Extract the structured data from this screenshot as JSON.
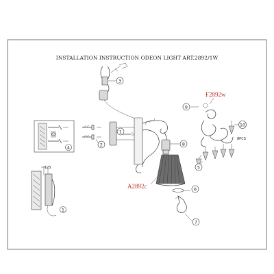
{
  "title": "INSTALLATION INSTRUCTION ODEON LIGHT ART.2892/1W",
  "codes": {
    "shade": "A2892c",
    "frame": "F2892w"
  },
  "callouts": [
    "1",
    "2",
    "3",
    "4",
    "5",
    "6",
    "7",
    "8",
    "9",
    "10"
  ],
  "pcs_note": "8PCS",
  "wall_dimension": "125",
  "colors": {
    "line": "#333333",
    "code_text": "#c0392b",
    "background": "#ffffff"
  }
}
